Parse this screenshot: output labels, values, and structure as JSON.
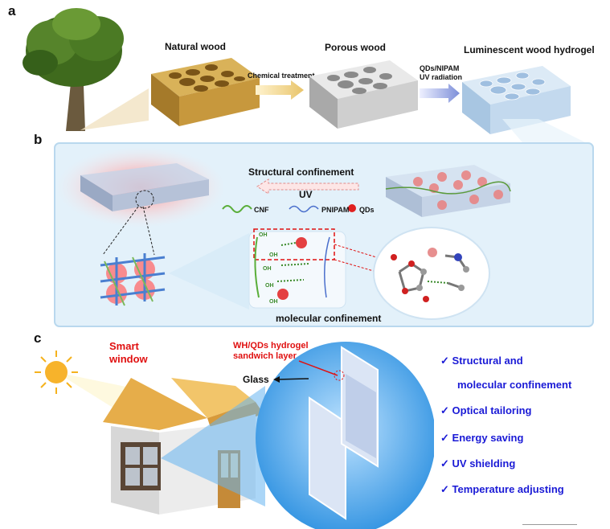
{
  "panels": {
    "a": "a",
    "b": "b",
    "c": "c"
  },
  "panel_a": {
    "natural_wood": "Natural wood",
    "porous_wood": "Porous wood",
    "luminescent": "Luminescent wood hydrogel",
    "chemical_treatment": "Chemical treatment",
    "qds_nipam": "QDs/NIPAM",
    "uv_radiation": "UV  radiation"
  },
  "panel_b": {
    "structural_confinement": "Structural confinement",
    "uv": "UV",
    "cnf": "CNF",
    "pnipam": "PNIPAM",
    "qds": "QDs",
    "molecular_confinement": "molecular confinement",
    "oh_labels": [
      "OH",
      "OH",
      "OH",
      "OH",
      "OH"
    ]
  },
  "panel_c": {
    "smart_window": "Smart\nwindow",
    "sandwich_layer": "WH/QDs hydrogel\nsandwich layer",
    "glass": "Glass",
    "features": [
      "Structural and",
      "molecular confinement",
      "Optical tailoring",
      "Energy saving",
      "UV shielding",
      "Temperature adjusting"
    ],
    "check": "✓"
  },
  "colors": {
    "feature_blue": "#1a1ad6",
    "label_red": "#e01010",
    "wood": "#c9a24a",
    "panel_bg": "#e3f1fa"
  }
}
